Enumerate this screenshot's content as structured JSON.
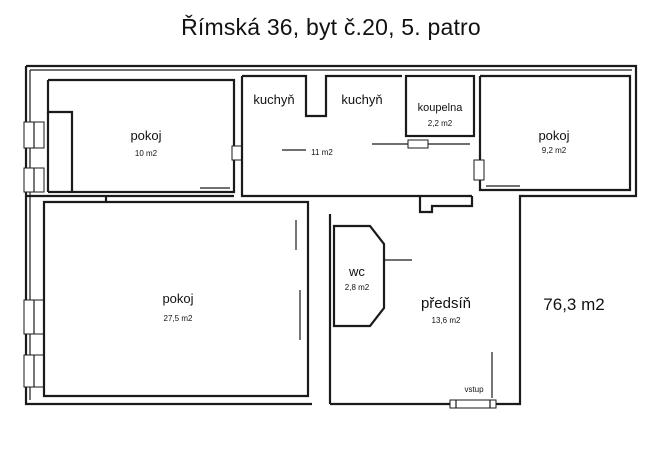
{
  "title": "Římská 36, byt č.20, 5. patro",
  "total_area": "76,3 m2",
  "rooms": {
    "pokoj_top_left": {
      "name": "pokoj",
      "area": "10 m2"
    },
    "kuchyn_left": {
      "name": "kuchyň"
    },
    "kuchyn_right": {
      "name": "kuchyň"
    },
    "kitchen_area": {
      "area": "11 m2"
    },
    "koupelna": {
      "name": "koupelna",
      "area": "2,2 m2"
    },
    "pokoj_top_right": {
      "name": "pokoj",
      "area": "9,2 m2"
    },
    "pokoj_big": {
      "name": "pokoj",
      "area": "27,5 m2"
    },
    "wc": {
      "name": "wc",
      "area": "2,8 m2"
    },
    "predsin": {
      "name": "předsíň",
      "area": "13,6 m2"
    }
  },
  "entrance": {
    "label": "vstup"
  }
}
